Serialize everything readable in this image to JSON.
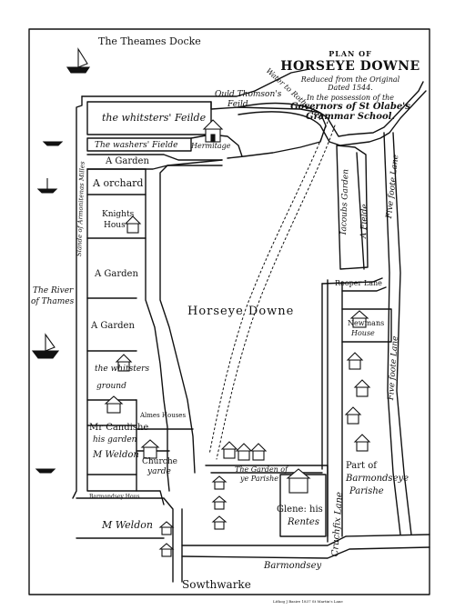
{
  "title": {
    "line1": "PLAN OF",
    "line2": "HORSEYE DOWNE",
    "line3": "Reduced from the Original",
    "line4": "Dated 1544.",
    "line5": "In the possession of the",
    "line6": "Governors of St Olabe's",
    "line7": "Grammar School."
  },
  "labels": {
    "thames_docke": "The Theames Docke",
    "whitsters_feilde": "the whitsters' Feilde",
    "ould_thomsons": "Ould Thomson's",
    "feild": "Feild",
    "washers_fielde": "The washers' Fielde",
    "hermitage": "Hermitage",
    "a_garden_top": "A Garden",
    "a_orchard": "A orchard",
    "knights": "Knights",
    "hous": "Hous",
    "a_garden_mid": "A Garden",
    "a_garden_low": "A Garden",
    "the_whitsters": "the whitsters",
    "ground": "ground",
    "almes_houses": "Almes Houses",
    "mr_candishe": "Mr Candishe",
    "his_garden": "his garden",
    "m_weldon_inner": "M Weldon",
    "churche": "Churche",
    "yarde": "yarde",
    "barmondsey_hous": "Barmondsey Hous",
    "m_weldon": "M Weldon",
    "southwarke": "Sowthwarke",
    "barmondsey": "Barmondsey",
    "cruchfix_lane": "Cruchfix Lane",
    "the_garden_of": "The Garden of",
    "ye_parishe": "ye Parishe",
    "glene_his": "Glene: his",
    "rentes": "Rentes",
    "part_of": "Part of",
    "barmondseye": "Barmondseye",
    "parishe": "Parishe",
    "horseye_downe": "Horseye Downe",
    "rooper_lane": "Rooper Lane",
    "newmans": "Newmans",
    "house": "House",
    "five_foote_lane_top": "Five foote Lane",
    "five_foote_lane_low": "Five foote Lane",
    "iacoubs_garden": "Iacoubs Garden",
    "a_fielde": "A Fielde",
    "river_of": "The River",
    "thames": "of Thames",
    "water_to_rotherhith": "Water to Rotherhith",
    "slande_mills": "Slande of Armonitenas Milles",
    "credit": "Lithog J Basire 1837 St Martin's Lane"
  }
}
